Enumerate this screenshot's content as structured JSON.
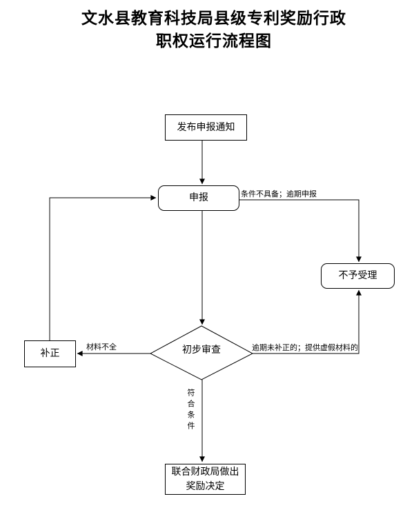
{
  "title": {
    "line1": "文水县教育科技局县级专利奖励行政",
    "line2": "职权运行流程图"
  },
  "flowchart": {
    "nodes": {
      "publish": {
        "label": "发布申报通知",
        "shape": "rect"
      },
      "apply": {
        "label": "申报",
        "shape": "rounded-rect"
      },
      "reject": {
        "label": "不予受理",
        "shape": "rounded-rect"
      },
      "review": {
        "label": "初步审查",
        "shape": "diamond"
      },
      "correct": {
        "label": "补正",
        "shape": "rect"
      },
      "decision": {
        "line1": "联合财政局做出",
        "line2": "奖励决定",
        "shape": "rect"
      }
    },
    "edge_labels": {
      "apply_to_reject": "条件不具备；逾期申报",
      "review_to_reject": "逾期未补正的；提供虚假材料的",
      "review_to_correct": "材料不全",
      "review_to_decision": "符合条件"
    },
    "colors": {
      "stroke": "#000000",
      "node_fill": "#ffffff",
      "text": "#000000",
      "background": "#ffffff"
    }
  }
}
